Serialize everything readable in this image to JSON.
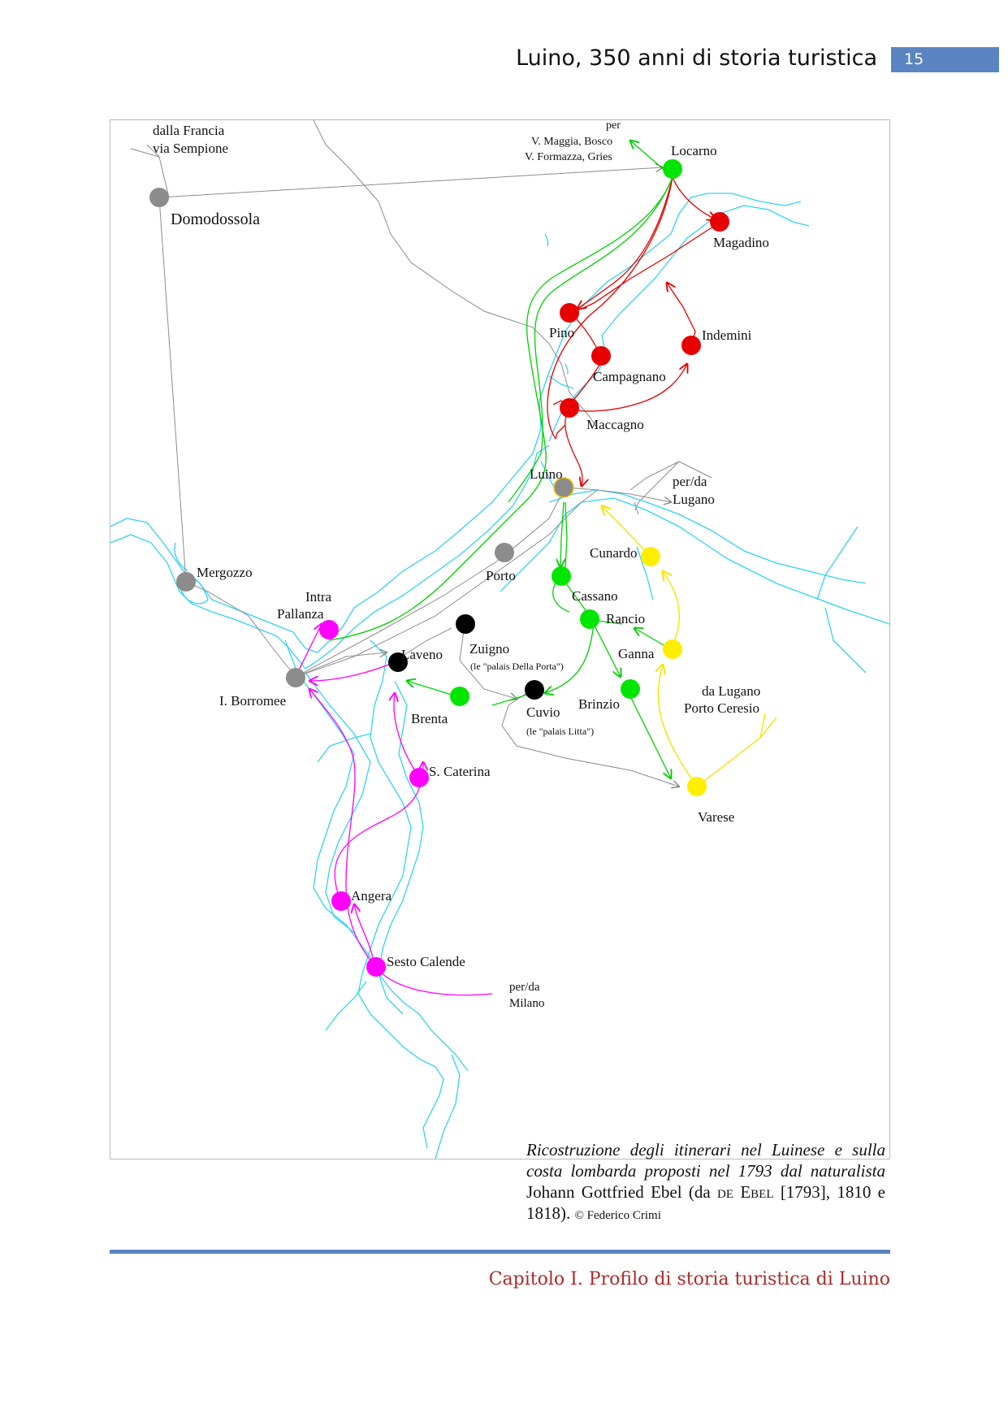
{
  "header": {
    "title": "Luino, 350 anni di storia turistica",
    "page_number": "15"
  },
  "map": {
    "labels": {
      "francia_1": "dalla Francia",
      "francia_2": "via Sempione",
      "domodossola": "Domodossola",
      "per_nord_1": "per",
      "per_nord_2": "V. Maggia, Bosco",
      "per_nord_3": "V. Formazza, Gries",
      "locarno": "Locarno",
      "magadino": "Magadino",
      "pino": "Pino",
      "indemini": "Indemini",
      "campagnano": "Campagnano",
      "maccagno": "Maccagno",
      "luino": "Luino",
      "lugano_1": "per/da",
      "lugano_2": "Lugano",
      "mergozzo": "Mergozzo",
      "porto": "Porto",
      "cunardo": "Cunardo",
      "intra_1": "Intra",
      "intra_2": "Pallanza",
      "cassano": "Cassano",
      "rancio": "Rancio",
      "zuigno": "Zuigno",
      "zuigno_sub": "(le \"palais Della Porta\")",
      "laveno": "Laveno",
      "ganna": "Ganna",
      "borromee": "I. Borromee",
      "ceresio_1": "da Lugano",
      "ceresio_2": "Porto Ceresio",
      "brinzio": "Brinzio",
      "cuvio": "Cuvio",
      "cuvio_sub": "(le \"palais Litta\")",
      "brenta": "Brenta",
      "caterina": "S. Caterina",
      "varese": "Varese",
      "angera": "Angera",
      "sesto": "Sesto Calende",
      "milano_1": "per/da",
      "milano_2": "Milano"
    }
  },
  "caption": {
    "italic_part": "Ricostruzione degli itinerari nel Luinese e sulla costa lombarda proposti nel 1793 dal naturalista",
    "author": "Johann Gottfried Ebel (da",
    "source_sc": "de Ebel",
    "years": "[1793], 1810 e 1818).",
    "copyright": "© Federico Crimi"
  },
  "footer": {
    "chapter": "Capitolo I. Profilo di storia turistica di Luino"
  },
  "colors": {
    "accent": "#5b84c3",
    "chapter_text": "#b02a2a",
    "red_route": "#e60000",
    "green_route": "#00e600",
    "yellow_route": "#ffee00",
    "magenta_route": "#ff00ff",
    "grey_route": "#8c8c8c",
    "lake": "#32d2f0"
  }
}
